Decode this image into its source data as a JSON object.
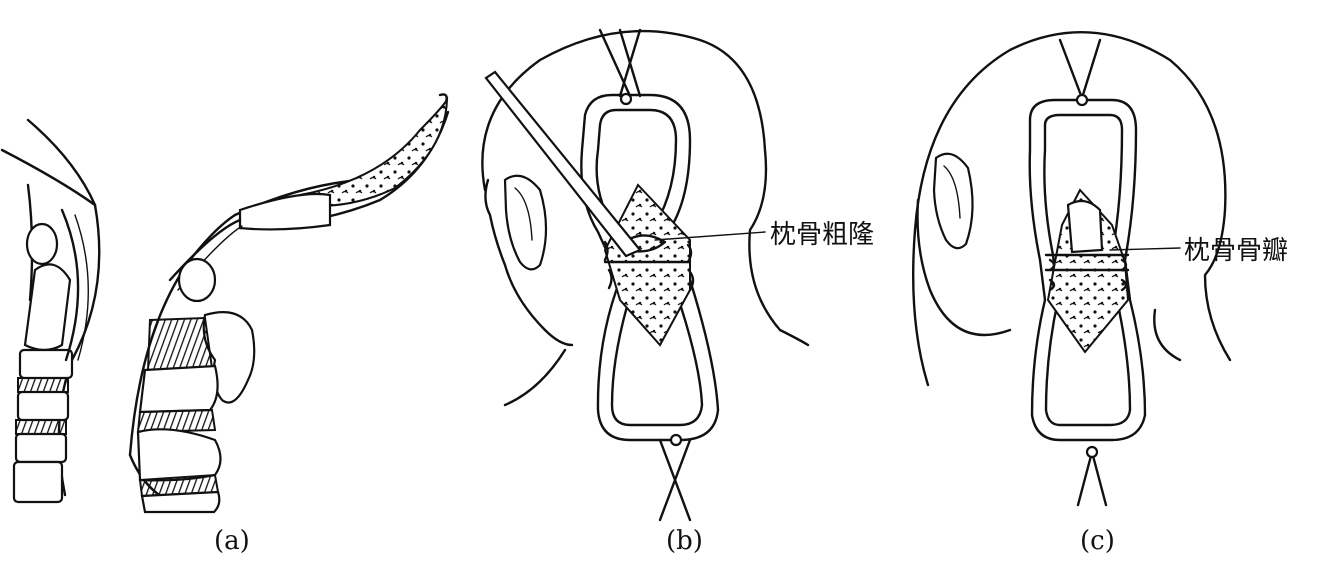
{
  "panels": [
    {
      "id": "a",
      "caption": "(a)"
    },
    {
      "id": "b",
      "caption": "(b)",
      "annotation": "枕骨粗隆"
    },
    {
      "id": "c",
      "caption": "(c)",
      "annotation": "枕骨骨瓣"
    }
  ]
}
